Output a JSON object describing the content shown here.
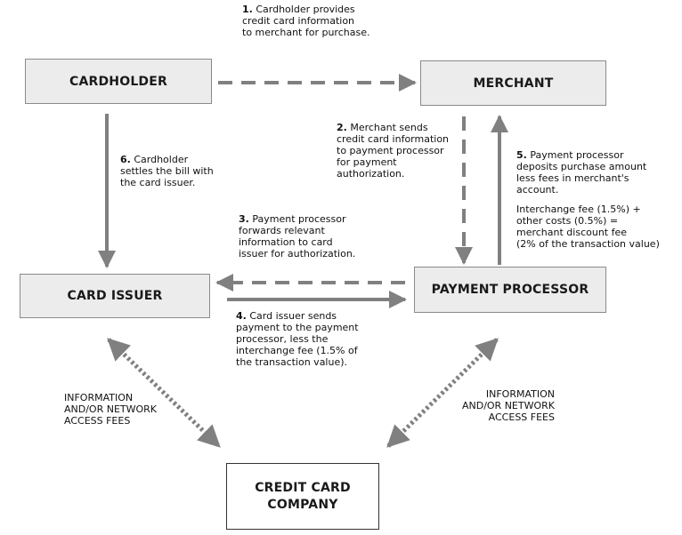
{
  "nodes": {
    "cardholder": "CARDHOLDER",
    "merchant": "MERCHANT",
    "card_issuer": "CARD ISSUER",
    "payment_processor": "PAYMENT PROCESSOR",
    "credit_card_company_line1": "CREDIT CARD",
    "credit_card_company_line2": "COMPANY"
  },
  "steps": [
    {
      "num": "1.",
      "text": "Cardholder provides\ncredit card information\nto merchant for purchase."
    },
    {
      "num": "2.",
      "text": "Merchant sends\ncredit card information\nto payment processor\nfor payment\nauthorization."
    },
    {
      "num": "3.",
      "text": "Payment processor\nforwards relevant\ninformation to card\nissuer for authorization."
    },
    {
      "num": "4.",
      "text": "Card issuer sends\npayment to the payment\nprocessor, less the\ninterchange fee (1.5% of\nthe transaction value)."
    },
    {
      "num": "5.",
      "text": "Payment processor\ndeposits purchase amount\nless fees in merchant's\naccount."
    },
    {
      "num": "6.",
      "text": "Cardholder\nsettles the bill with\nthe card issuer."
    }
  ],
  "interchange_note": "Interchange fee (1.5%) +\nother costs (0.5%) =\nmerchant discount fee\n(2% of the transaction value)",
  "fees_left": "INFORMATION\nAND/OR NETWORK\nACCESS FEES",
  "fees_right": "INFORMATION\nAND/OR NETWORK\nACCESS FEES",
  "colors": {
    "arrow": "#808080",
    "node_fill": "#ececec"
  }
}
